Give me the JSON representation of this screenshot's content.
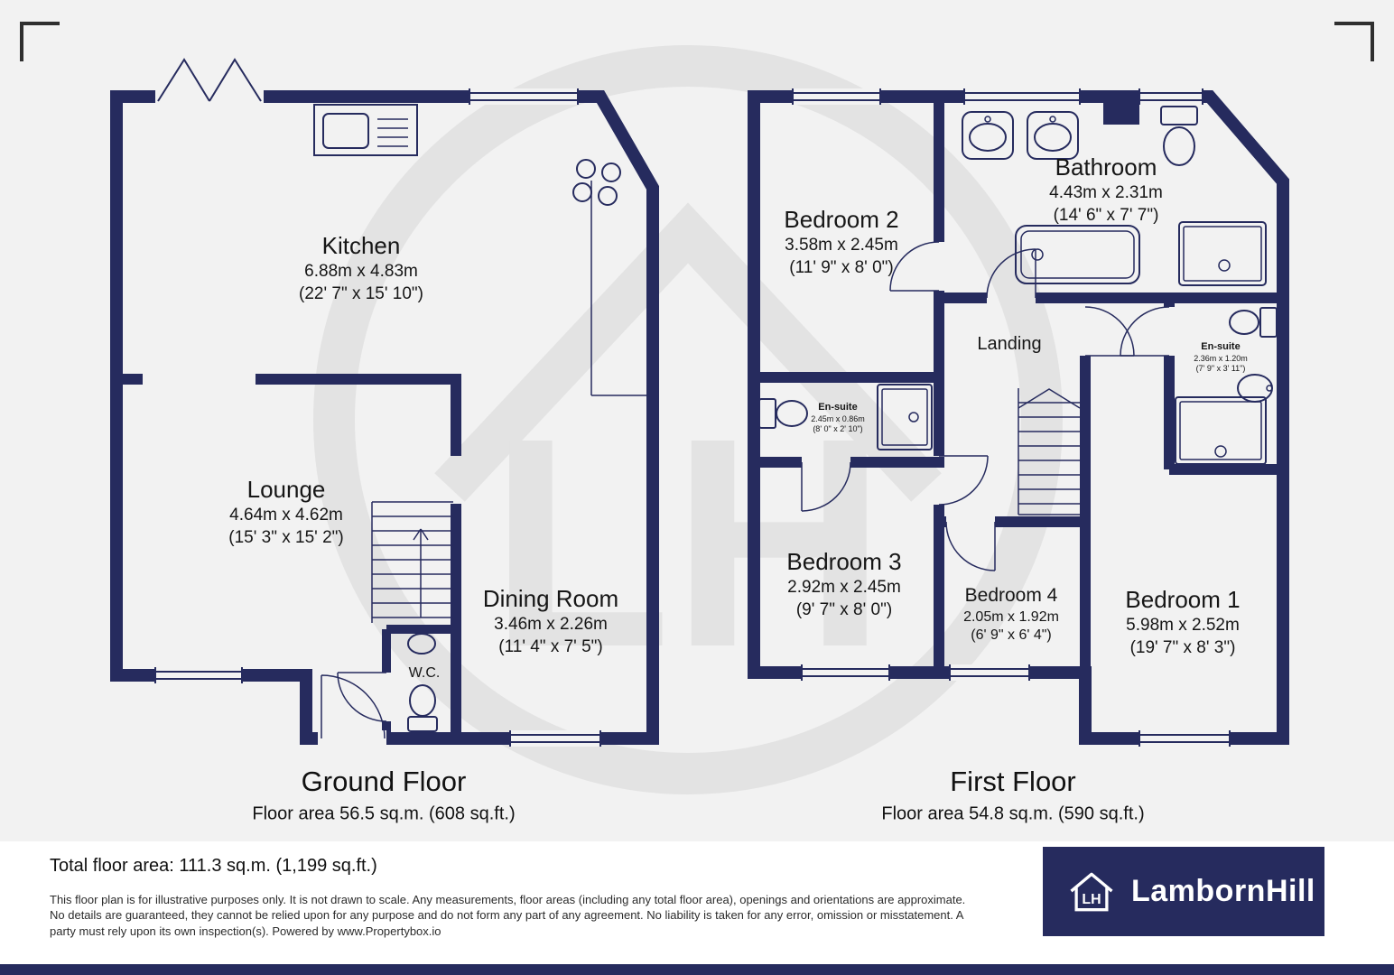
{
  "colors": {
    "wall": "#262b5e",
    "watermark": "#e3e3e3",
    "bg": "#f2f2f2"
  },
  "watermark": {
    "monogram": "LH"
  },
  "ground_floor": {
    "title": "Ground Floor",
    "area_label": "Floor area 56.5 sq.m. (608 sq.ft.)",
    "rooms": [
      {
        "name": "Kitchen",
        "dims_m": "6.88m x 4.83m",
        "dims_ft": "(22' 7\" x 15' 10\")"
      },
      {
        "name": "Lounge",
        "dims_m": "4.64m x 4.62m",
        "dims_ft": "(15' 3\" x 15' 2\")"
      },
      {
        "name": "Dining Room",
        "dims_m": "3.46m x 2.26m",
        "dims_ft": "(11' 4\" x 7' 5\")"
      },
      {
        "name": "W.C."
      }
    ]
  },
  "first_floor": {
    "title": "First Floor",
    "area_label": "Floor area 54.8 sq.m. (590 sq.ft.)",
    "rooms": [
      {
        "name": "Bedroom 2",
        "dims_m": "3.58m x 2.45m",
        "dims_ft": "(11' 9\" x 8' 0\")"
      },
      {
        "name": "Bathroom",
        "dims_m": "4.43m x 2.31m",
        "dims_ft": "(14' 6\" x 7' 7\")"
      },
      {
        "name": "Landing"
      },
      {
        "name": "En-suite",
        "dims_m": "2.45m x 0.86m",
        "dims_ft": "(8' 0\" x 2' 10\")"
      },
      {
        "name": "En-suite",
        "dims_m": "2.36m x 1.20m",
        "dims_ft": "(7' 9\" x 3' 11\")"
      },
      {
        "name": "Bedroom 3",
        "dims_m": "2.92m x 2.45m",
        "dims_ft": "(9' 7\" x 8' 0\")"
      },
      {
        "name": "Bedroom 4",
        "dims_m": "2.05m x 1.92m",
        "dims_ft": "(6' 9\" x 6' 4\")"
      },
      {
        "name": "Bedroom 1",
        "dims_m": "5.98m x 2.52m",
        "dims_ft": "(19' 7\" x 8' 3\")"
      }
    ]
  },
  "footer": {
    "total_area": "Total floor area: 111.3 sq.m. (1,199 sq.ft.)",
    "disclaimer": "This floor plan is for illustrative purposes only. It is not drawn to scale. Any measurements, floor areas (including any total floor area), openings and orientations are approximate. No details are guaranteed, they cannot be relied upon for any purpose and do not form any part of any agreement. No liability is taken for any error, omission or misstatement. A party must rely upon its own inspection(s). Powered by www.Propertybox.io",
    "brand": "LambornHill",
    "brand_monogram": "LH"
  }
}
